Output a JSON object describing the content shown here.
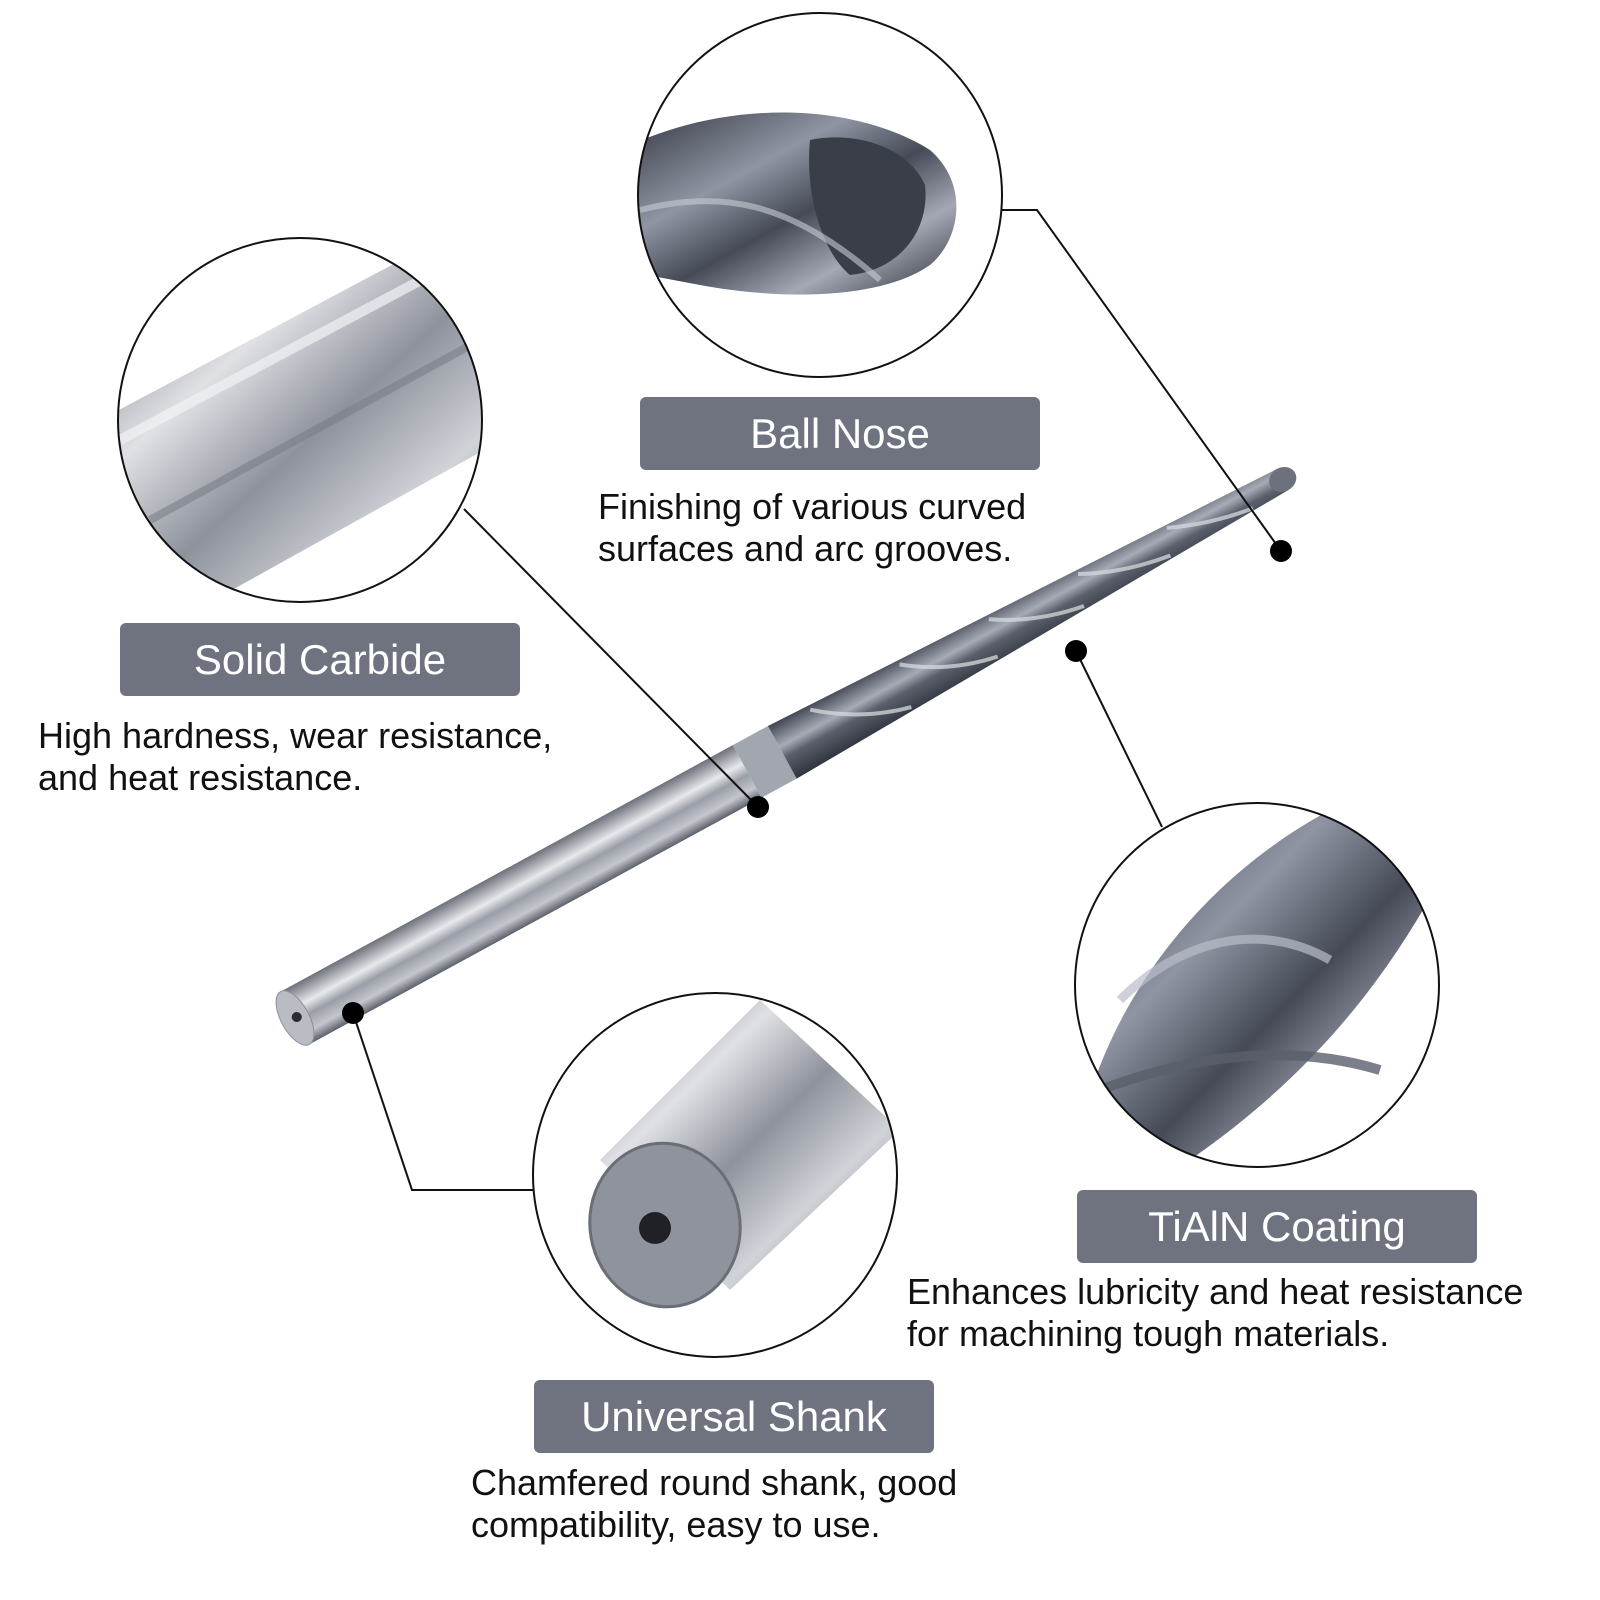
{
  "features": [
    {
      "id": "ball-nose",
      "title": "Ball Nose",
      "desc_lines": [
        "Finishing of various curved",
        "surfaces and arc grooves."
      ]
    },
    {
      "id": "solid-carbide",
      "title": "Solid Carbide",
      "desc_lines": [
        "High hardness, wear resistance,",
        "and heat resistance."
      ]
    },
    {
      "id": "tialn-coating",
      "title": "TiAlN Coating",
      "desc_lines": [
        "Enhances lubricity and heat resistance",
        "for machining tough materials."
      ]
    },
    {
      "id": "universal-shank",
      "title": "Universal Shank",
      "desc_lines": [
        "Chamfered round shank, good",
        "compatibility, easy to use."
      ]
    }
  ],
  "colors": {
    "label_bg": "#6f7380",
    "label_text": "#ffffff",
    "desc_text": "#111111",
    "metal_dark": "#4a4f5c",
    "metal_light": "#c9ccd2"
  }
}
